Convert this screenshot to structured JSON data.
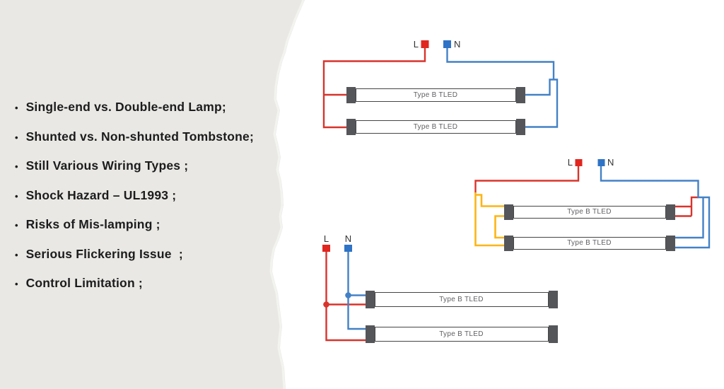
{
  "colors": {
    "panel_bg": "#e9e8e5",
    "live_wire": "#d8342c",
    "neutral_wire": "#4381c6",
    "link_wire": "#fdb515",
    "live_terminal": "#e0261f",
    "neutral_terminal": "#2e73c5",
    "tube_cap": "#55565a",
    "tube_border": "#454545",
    "tube_label_text": "#606064",
    "terminal_label_text": "#333333",
    "bullet_text": "#1c1c1c"
  },
  "bullet_list": {
    "bullet_char": "•",
    "items": [
      "Single-end vs. Double-end Lamp;",
      "Shunted vs. Non-shunted Tombstone;",
      "Still Various Wiring Types ;",
      "Shock Hazard – UL1993 ;",
      "Risks of Mis-lamping ;",
      "Serious Flickering Issue  ;",
      "Control Limitation ;"
    ]
  },
  "diagrams": {
    "top": {
      "live_label": "L",
      "neutral_label": "N",
      "tubes": [
        "Type B TLED",
        "Type B TLED"
      ]
    },
    "middle": {
      "live_label": "L",
      "neutral_label": "N",
      "tubes": [
        "Type B TLED",
        "Type B TLED"
      ]
    },
    "bottom": {
      "live_label": "L",
      "neutral_label": "N",
      "tubes": [
        "Type B TLED",
        "Type B TLED"
      ]
    }
  }
}
